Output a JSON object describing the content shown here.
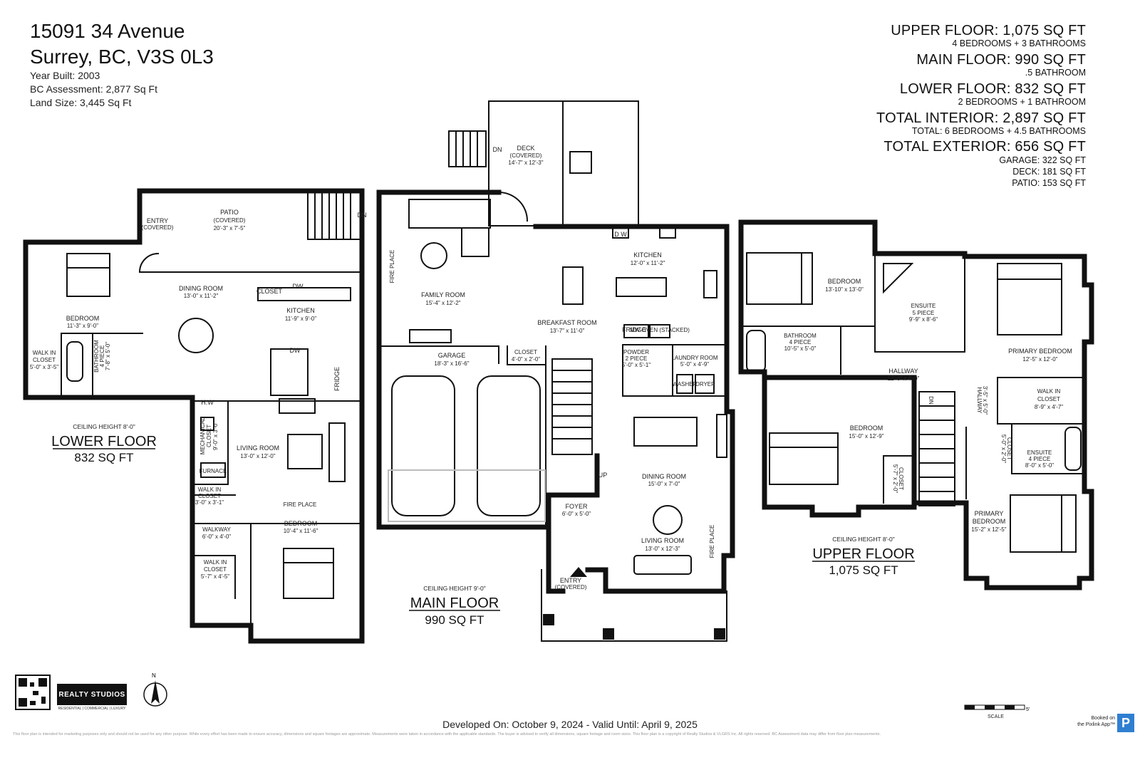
{
  "header": {
    "address_line1": "15091 34 Avenue",
    "address_line2": "Surrey, BC, V3S 0L3",
    "year_built": "Year Built: 2003",
    "assessment": "BC Assessment: 2,877 Sq Ft",
    "land_size": "Land Size: 3,445 Sq Ft"
  },
  "summary": {
    "upper": "UPPER FLOOR: 1,075 SQ FT",
    "upper_sub": "4 BEDROOMS + 3 BATHROOMS",
    "main": "MAIN FLOOR: 990 SQ FT",
    "main_sub": ".5 BATHROOM",
    "lower": "LOWER  FLOOR: 832 SQ FT",
    "lower_sub": "2 BEDROOMS + 1 BATHROOM",
    "total_interior": "TOTAL INTERIOR: 2,897 SQ FT",
    "total_sub": "TOTAL: 6 BEDROOMS + 4.5 BATHROOMS",
    "total_exterior": "TOTAL EXTERIOR: 656 SQ FT",
    "garage": "GARAGE: 322 SQ FT",
    "deck": "DECK: 181 SQ FT",
    "patio": "PATIO: 153 SQ FT"
  },
  "lower_floor": {
    "name": "LOWER FLOOR",
    "sqft": "832 SQ FT",
    "ceiling": "CEILING HEIGHT 8'-0\"",
    "rooms": {
      "patio": "PATIO",
      "patio_sub": "(COVERED)",
      "patio_dim": "20'-3\" x 7'-5\"",
      "entry": "ENTRY",
      "entry_sub": "(COVERED)",
      "dining": "DINING ROOM",
      "dining_dim": "13'-0\" x 11'-2\"",
      "closet": "CLOSET",
      "dw": "DW",
      "kitchen": "KITCHEN",
      "kitchen_dim": "11'-9\" x 9'-0\"",
      "bedroom1": "BEDROOM",
      "bedroom1_dim": "11'-3\" x 9'-0\"",
      "wic1": "WALK IN",
      "wic1b": "CLOSET",
      "wic1_dim": "5'-0\" x 3'-5\"",
      "bath": "BATHROOM",
      "bath_sub": "4 PIECE",
      "bath_dim": "7'-8\" x 5'-0\"",
      "fridge": "FRIDGE",
      "hw": "H.W",
      "mech": "MECHANICAL",
      "mech_b": "CLOSET",
      "mech_dim": "9'-0\" x 3'-0\"",
      "furnace": "FURNACE",
      "living": "LIVING ROOM",
      "living_dim": "13'-0\" x 12'-0\"",
      "fireplace": "FIRE PLACE",
      "wic2": "WALK IN",
      "wic2b": "CLOSET",
      "wic2_dim": "3'-0\" x 3'-1\"",
      "walkway": "WALKWAY",
      "walkway_dim": "6'-0\" x 4'-0\"",
      "bedroom2": "BEDROOM",
      "bedroom2_dim": "10'-4\" x 11'-6\"",
      "wic3": "WALK IN",
      "wic3b": "CLOSET",
      "wic3_dim": "5'-7\" x 4'-5\"",
      "dn": "DN"
    }
  },
  "main_floor": {
    "name": "MAIN FLOOR",
    "sqft": "990 SQ FT",
    "ceiling": "CEILING HEIGHT 9'-0\"",
    "rooms": {
      "deck": "DECK",
      "deck_sub": "(COVERED)",
      "deck_dim": "14'-7\" x 12'-3\"",
      "dn": "DN",
      "family": "FAMILY ROOM",
      "family_dim": "15'-4\" x 12'-2\"",
      "fireplace": "FIRE PLACE",
      "kitchen": "KITCHEN",
      "kitchen_dim": "12'-0\" x 11'-2\"",
      "dw": "D W",
      "breakfast": "BREAKFAST ROOM",
      "breakfast_dim": "13'-7\" x 11'-0\"",
      "fridge": "FRIDGE",
      "mw": "MW OVEN (STACKED)",
      "garage": "GARAGE",
      "garage_dim": "18'-3\" x 16'-6\"",
      "closet": "CLOSET",
      "closet_dim": "4'-0\" x 2'-0\"",
      "powder": "POWDER",
      "powder_sub": "2 PIECE",
      "powder_dim": "5'-0\" x 5'-1\"",
      "laundry": "LAUNDRY ROOM",
      "laundry_dim": "5'-0\" x 4'-9\"",
      "washer": "WASHER",
      "dryer": "DRYER",
      "dining": "DINING ROOM",
      "dining_dim": "15'-0\" x 7'-0\"",
      "up": "UP",
      "foyer": "FOYER",
      "foyer_dim": "6'-0\" x 5'-0\"",
      "living": "LIVING ROOM",
      "living_dim": "13'-0\" x 12'-3\"",
      "fireplace2": "FIRE PLACE",
      "entry": "ENTRY",
      "entry_sub": "(COVERED)"
    }
  },
  "upper_floor": {
    "name": "UPPER FLOOR",
    "sqft": "1,075 SQ FT",
    "ceiling": "CEILING HEIGHT 8'-0\"",
    "rooms": {
      "bedroom1": "BEDROOM",
      "bedroom1_dim": "13'-10\" x 13'-0\"",
      "ensuite1": "ENSUITE",
      "ensuite1_sub": "5 PIECE",
      "ensuite1_dim": "9'-9\" x 8'-6\"",
      "primary1": "PRIMARY BEDROOM",
      "primary1_dim": "12'-5\" x 12'-0\"",
      "bath": "BATHROOM",
      "bath_sub": "4 PIECE",
      "bath_dim": "10'-5\" x 5'-0\"",
      "hallway1": "HALLWAY",
      "hallway1_dim": "12'-6\" x 4'-0\"",
      "hallway2": "HALLWAY",
      "hallway2_dim": "3'-5\" x 5'-0\"",
      "wic": "WALK IN",
      "wic_b": "CLOSET",
      "wic_dim": "8'-9\" x 4'-7\"",
      "bedroom2": "BEDROOM",
      "bedroom2_dim": "15'-0\" x 12'-9\"",
      "closet1": "CLOSET",
      "closet1_dim": "5'-7\" x 2'-0\"",
      "closet2": "CLOSET",
      "closet2_dim": "5'-0\" x 2'-0\"",
      "ensuite2": "ENSUITE",
      "ensuite2_sub": "4 PIECE",
      "ensuite2_dim": "8'-0\" x 5'-0\"",
      "primary2": "PRIMARY",
      "primary2b": "BEDROOM",
      "primary2_dim": "15'-2\" x 12'-5\"",
      "dn": "DN"
    }
  },
  "footer": {
    "developed": "Developed On: October 9, 2024 - Valid Until: April 9, 2025",
    "brand": "REALTY STUDIOS",
    "brand_sub": "RESIDENTIAL | COMMERCIAL | LUXURY",
    "scale": "SCALE",
    "scale_end": "5'",
    "booked": "Booked on",
    "booked2": "the Pixlink App™",
    "p_logo": "P",
    "north": "N",
    "disclaimer": "This floor plan is intended for marketing purposes only and should not be used for any other purpose. While every effort has been made to ensure accuracy, dimensions and square footages are approximate. Measurements were taken in accordance with the applicable standards. The buyer is advised to verify all dimensions, square footage and room sizes. This floor plan is a copyright of Realty Studios & VLGRS Inc. All rights reserved. BC Assessment data may differ from floor plan measurements."
  }
}
